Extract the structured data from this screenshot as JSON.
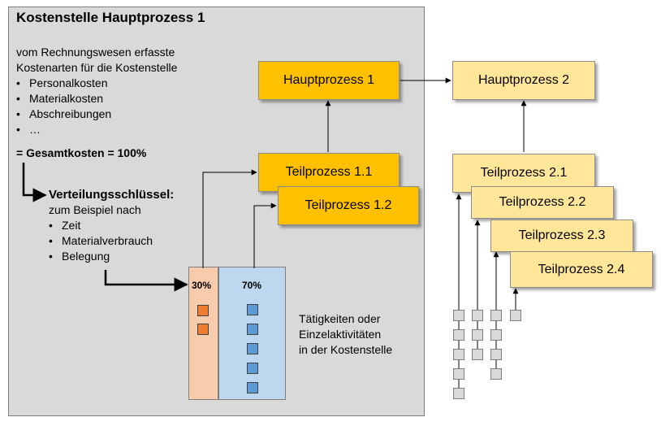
{
  "panel": {
    "title": "Kostenstelle Hauptprozess 1",
    "intro_line1": "vom Rechnungswesen  erfasste",
    "intro_line2": "Kostenarten für  die Kostenstelle",
    "cost_types": [
      "Personalkosten",
      "Materialkosten",
      "Abschreibungen",
      "…"
    ],
    "total": "= Gesamtkosten = 100%",
    "key_title": "Verteilungsschlüssel:",
    "key_sub": "zum  Beispiel nach",
    "key_items": [
      "Zeit",
      "Materialverbrauch",
      "Belegung"
    ],
    "activities_text": [
      "Tätigkeiten oder",
      "Einzelaktivitäten",
      "in der Kostenstelle"
    ]
  },
  "shares": {
    "left": "30%",
    "right": "70%"
  },
  "processes": {
    "hp1": "Hauptprozess 1",
    "hp2": "Hauptprozess 2",
    "tp11": "Teilprozess 1.1",
    "tp12": "Teilprozess 1.2",
    "tp21": "Teilprozess 2.1",
    "tp22": "Teilprozess 2.2",
    "tp23": "Teilprozess 2.3",
    "tp24": "Teilprozess 2.4"
  },
  "colors": {
    "dark_box": "#ffc000",
    "light_box": "#ffe699",
    "orange": "#ed7d31",
    "blue": "#5b9bd5"
  }
}
